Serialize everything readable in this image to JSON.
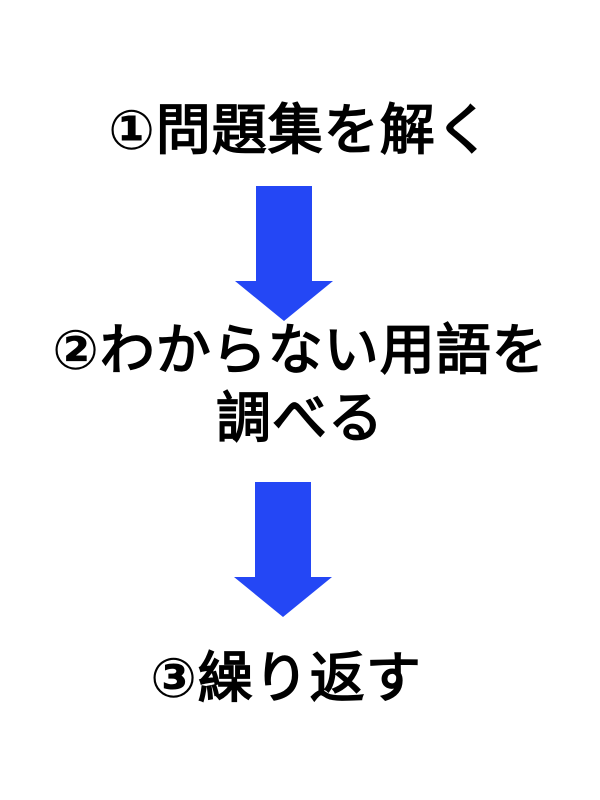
{
  "diagram": {
    "title": "study-loop-flow",
    "steps": [
      {
        "id": 1,
        "lines": [
          "①問題集を解く"
        ]
      },
      {
        "id": 2,
        "lines": [
          "②わからない用語を",
          "調べる"
        ]
      },
      {
        "id": 3,
        "lines": [
          "③繰り返す"
        ]
      }
    ],
    "connectors": [
      {
        "from": 1,
        "to": 2,
        "type": "down-arrow"
      },
      {
        "from": 2,
        "to": 3,
        "type": "down-arrow"
      }
    ]
  },
  "colors": {
    "arrow": "#2447f5",
    "text": "#000000",
    "background": "#ffffff"
  }
}
